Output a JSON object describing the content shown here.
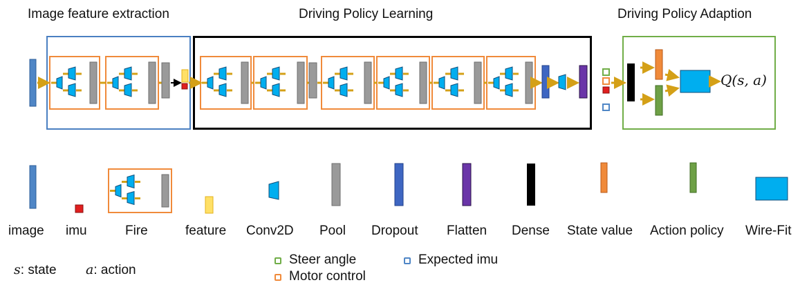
{
  "titles": {
    "section1": "Image feature extraction",
    "section2": "Driving Policy Learning",
    "section3": "Driving Policy Adaption"
  },
  "q_label": "Q(s, a)",
  "legend": [
    {
      "key": "image",
      "label": "image"
    },
    {
      "key": "imu",
      "label": "imu"
    },
    {
      "key": "fire",
      "label": "Fire"
    },
    {
      "key": "feature",
      "label": "feature"
    },
    {
      "key": "conv2d",
      "label": "Conv2D"
    },
    {
      "key": "pool",
      "label": "Pool"
    },
    {
      "key": "dropout",
      "label": "Dropout"
    },
    {
      "key": "flatten",
      "label": "Flatten"
    },
    {
      "key": "dense",
      "label": "Dense"
    },
    {
      "key": "state_value",
      "label": "State value"
    },
    {
      "key": "action_policy",
      "label": "Action policy"
    },
    {
      "key": "wire_fit",
      "label": "Wire-Fit"
    }
  ],
  "notation": {
    "s_symbol": "s",
    "s_text": ": state",
    "a_symbol": "a",
    "a_text": ": action"
  },
  "outputs": {
    "steer": "Steer angle",
    "motor": "Motor control",
    "expected_imu": "Expected imu"
  },
  "colors": {
    "section1_border": "#4a7fc1",
    "section2_border": "#000000",
    "section3_border": "#70ad47",
    "arrow": "#d4a017",
    "conv": "#00aeef",
    "fire_border": "#f08a3a"
  }
}
